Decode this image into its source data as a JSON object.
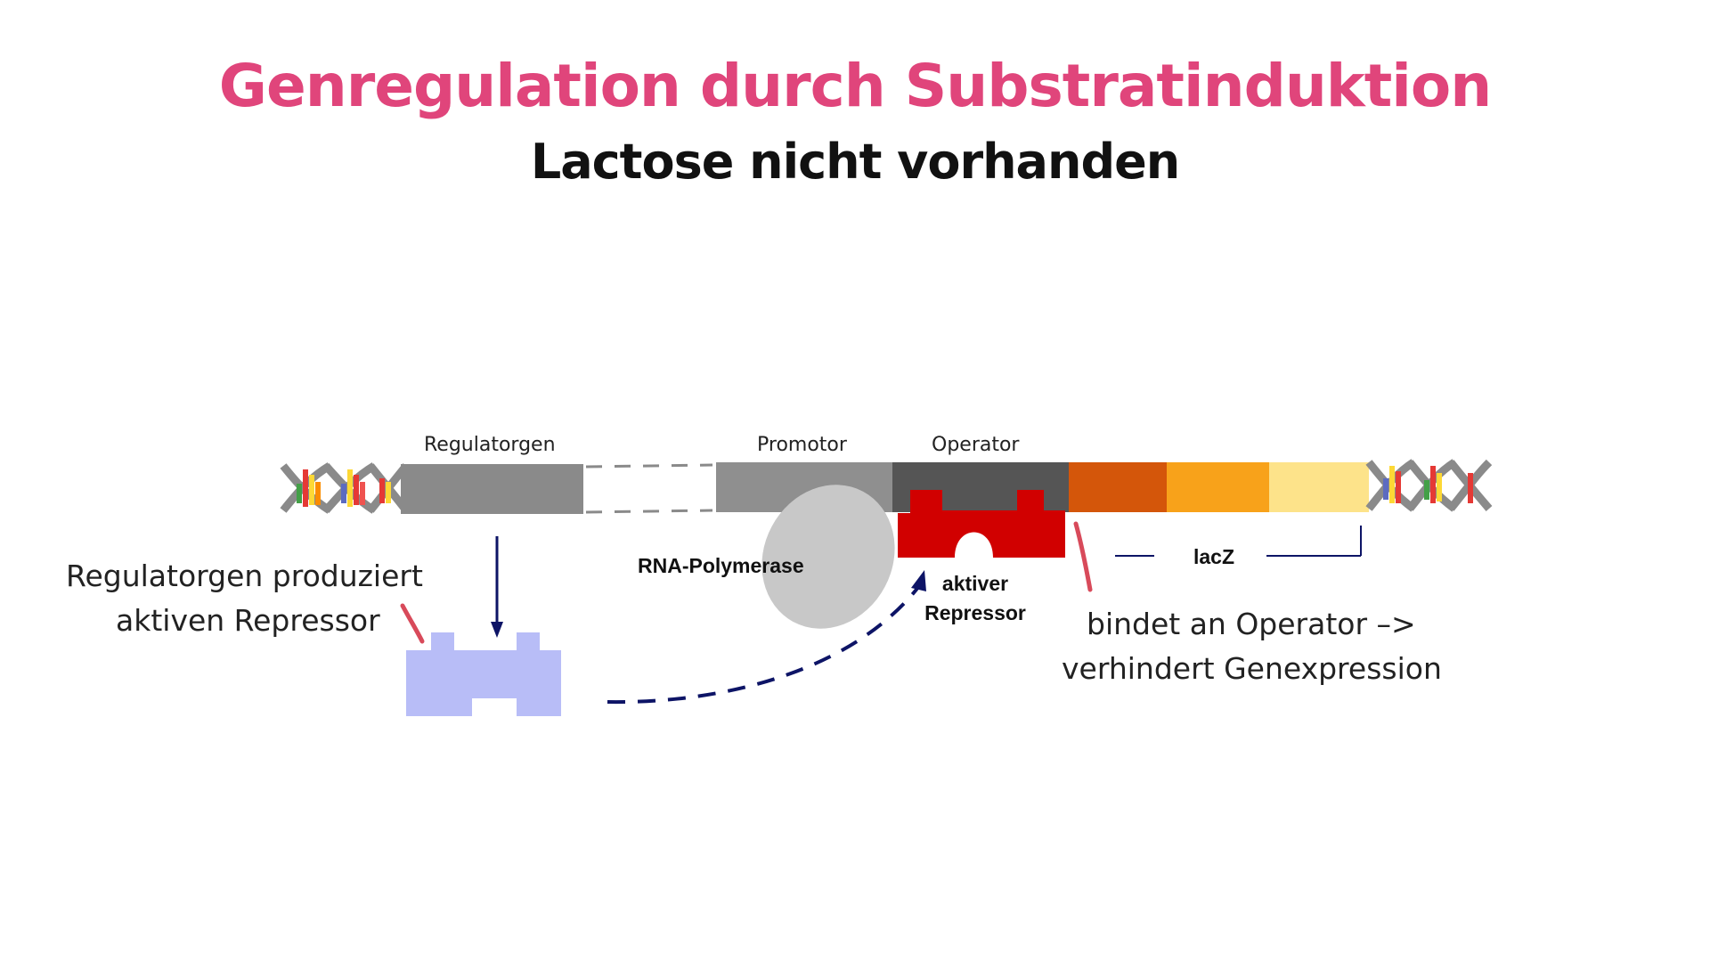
{
  "title": "Genregulation durch Substratinduktion",
  "subtitle": "Lactose nicht vorhanden",
  "labels": {
    "regulatorgen": "Regulatorgen",
    "promotor": "Promotor",
    "operator": "Operator",
    "rna_polymerase": "RNA-Polymerase",
    "repressor_line1": "aktiver",
    "repressor_line2": "Repressor",
    "lacz": "lacZ"
  },
  "notes": {
    "left_line1": "Regulatorgen produziert",
    "left_line2": "aktiven Repressor",
    "right_line1": "bindet an Operator –>",
    "right_line2": "verhindert Genexpression"
  },
  "colors": {
    "title": "#e0457b",
    "gene_gray": "#8a8a8a",
    "promotor_gray": "#8f8f8f",
    "operator_dark": "#555555",
    "gene_orange_dark": "#d4560a",
    "gene_orange": "#f8a21a",
    "gene_yellow": "#fde38a",
    "rna_polymerase": "#c8c8c8",
    "active_repressor": "#d10000",
    "repressor_light": "#b8bdf7",
    "arrow_navy": "#0d1466",
    "pen_red": "#d84a5a"
  },
  "icons": [
    "dna-helix-left-icon",
    "dna-helix-right-icon",
    "down-arrow-icon",
    "dashed-curved-arrow-icon"
  ]
}
